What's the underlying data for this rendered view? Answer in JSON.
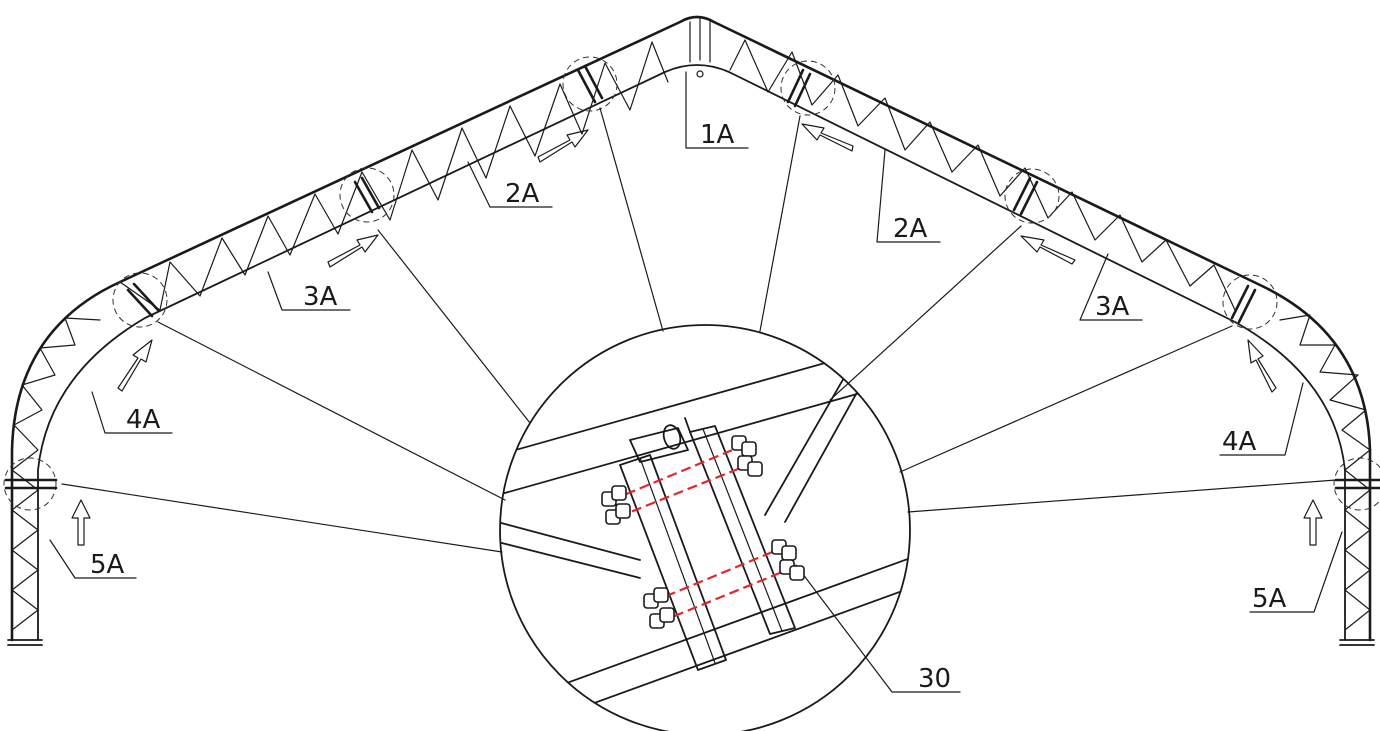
{
  "callouts": {
    "l1a": "1A",
    "l2a_left": "2A",
    "l2a_right": "2A",
    "l3a_left": "3A",
    "l3a_right": "3A",
    "l4a_left": "4A",
    "l4a_right": "4A",
    "l5a_left": "5A",
    "l5a_right": "5A",
    "l30": "30"
  },
  "colors": {
    "line": "#1a1a1a",
    "bolt_centerline": "#e3262c",
    "background": "#ffffff"
  }
}
